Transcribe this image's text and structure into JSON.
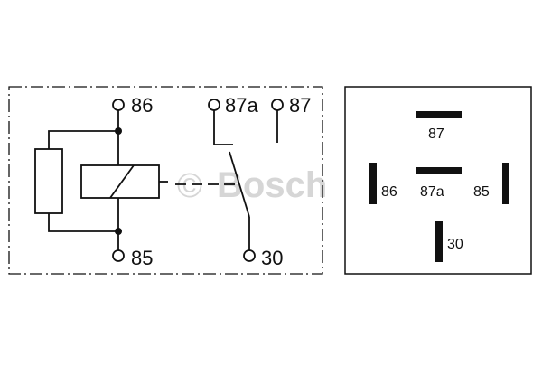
{
  "watermark": {
    "copyright_symbol": "©",
    "brand": "Bosch"
  },
  "schematic": {
    "terminals": {
      "t86": "86",
      "t85": "85",
      "t87a": "87a",
      "t87": "87",
      "t30": "30"
    }
  },
  "pinout": {
    "pins": {
      "p87": "87",
      "p87a": "87a",
      "p86": "86",
      "p85": "85",
      "p30": "30"
    }
  }
}
